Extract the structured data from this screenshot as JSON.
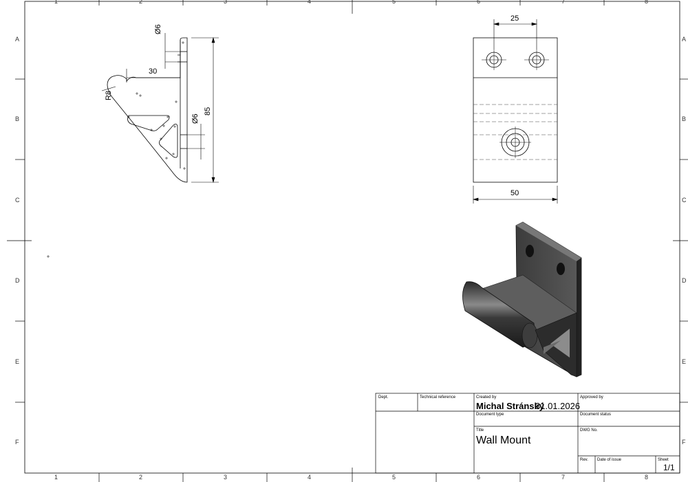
{
  "zones": {
    "columns": [
      "1",
      "2",
      "3",
      "4",
      "5",
      "6",
      "7",
      "8"
    ],
    "rows": [
      "A",
      "B",
      "C",
      "D",
      "E",
      "F"
    ]
  },
  "dimensions": {
    "hole_dia_top": "Ø6",
    "offset": "30",
    "radius": "R8",
    "hole_dia_side": "Ø6",
    "height": "85",
    "hole_spacing": "25",
    "width": "50"
  },
  "title_block": {
    "dept_label": "Dept.",
    "tech_ref_label": "Technical reference",
    "created_by_label": "Created by",
    "created_by": "Michal Stránský",
    "created_date": "31.01.2026",
    "approved_by_label": "Approved by",
    "doc_type_label": "Document type",
    "doc_status_label": "Document status",
    "title_label": "Title",
    "title": "Wall Mount",
    "dwg_no_label": "DWG No.",
    "rev_label": "Rev.",
    "date_issue_label": "Date of issue",
    "sheet_label": "Sheet",
    "sheet": "1/1"
  }
}
